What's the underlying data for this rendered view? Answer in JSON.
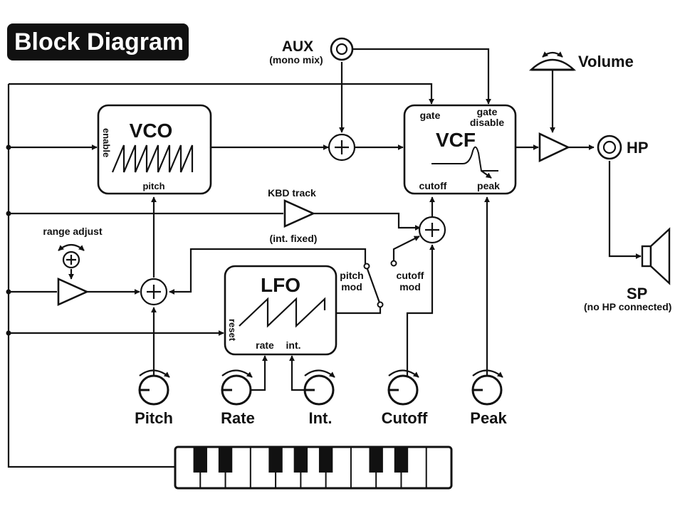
{
  "title": "Block Diagram",
  "aux": {
    "label": "AUX",
    "sub": "(mono mix)"
  },
  "volume": {
    "label": "Volume"
  },
  "hp": {
    "label": "HP"
  },
  "sp": {
    "label": "SP",
    "sub": "(no HP connected)"
  },
  "vco": {
    "label": "VCO",
    "enable": "enable",
    "pitch": "pitch"
  },
  "vcf": {
    "label": "VCF",
    "gate": "gate",
    "gate_disable_1": "gate",
    "gate_disable_2": "disable",
    "cutoff": "cutoff",
    "peak": "peak"
  },
  "lfo": {
    "label": "LFO",
    "reset": "reset",
    "rate": "rate",
    "int": "int."
  },
  "kbd": {
    "label": "KBD track",
    "sub": "(int. fixed)"
  },
  "range_adjust": "range adjust",
  "switch": {
    "pitch_1": "pitch",
    "pitch_2": "mod",
    "cutoff_1": "cutoff",
    "cutoff_2": "mod"
  },
  "knobs": {
    "pitch": "Pitch",
    "rate": "Rate",
    "int": "Int.",
    "cutoff": "Cutoff",
    "peak": "Peak"
  },
  "keyboard": {
    "white_keys": 11,
    "black_after_white": [
      1,
      2,
      4,
      5,
      6,
      8,
      9
    ]
  }
}
